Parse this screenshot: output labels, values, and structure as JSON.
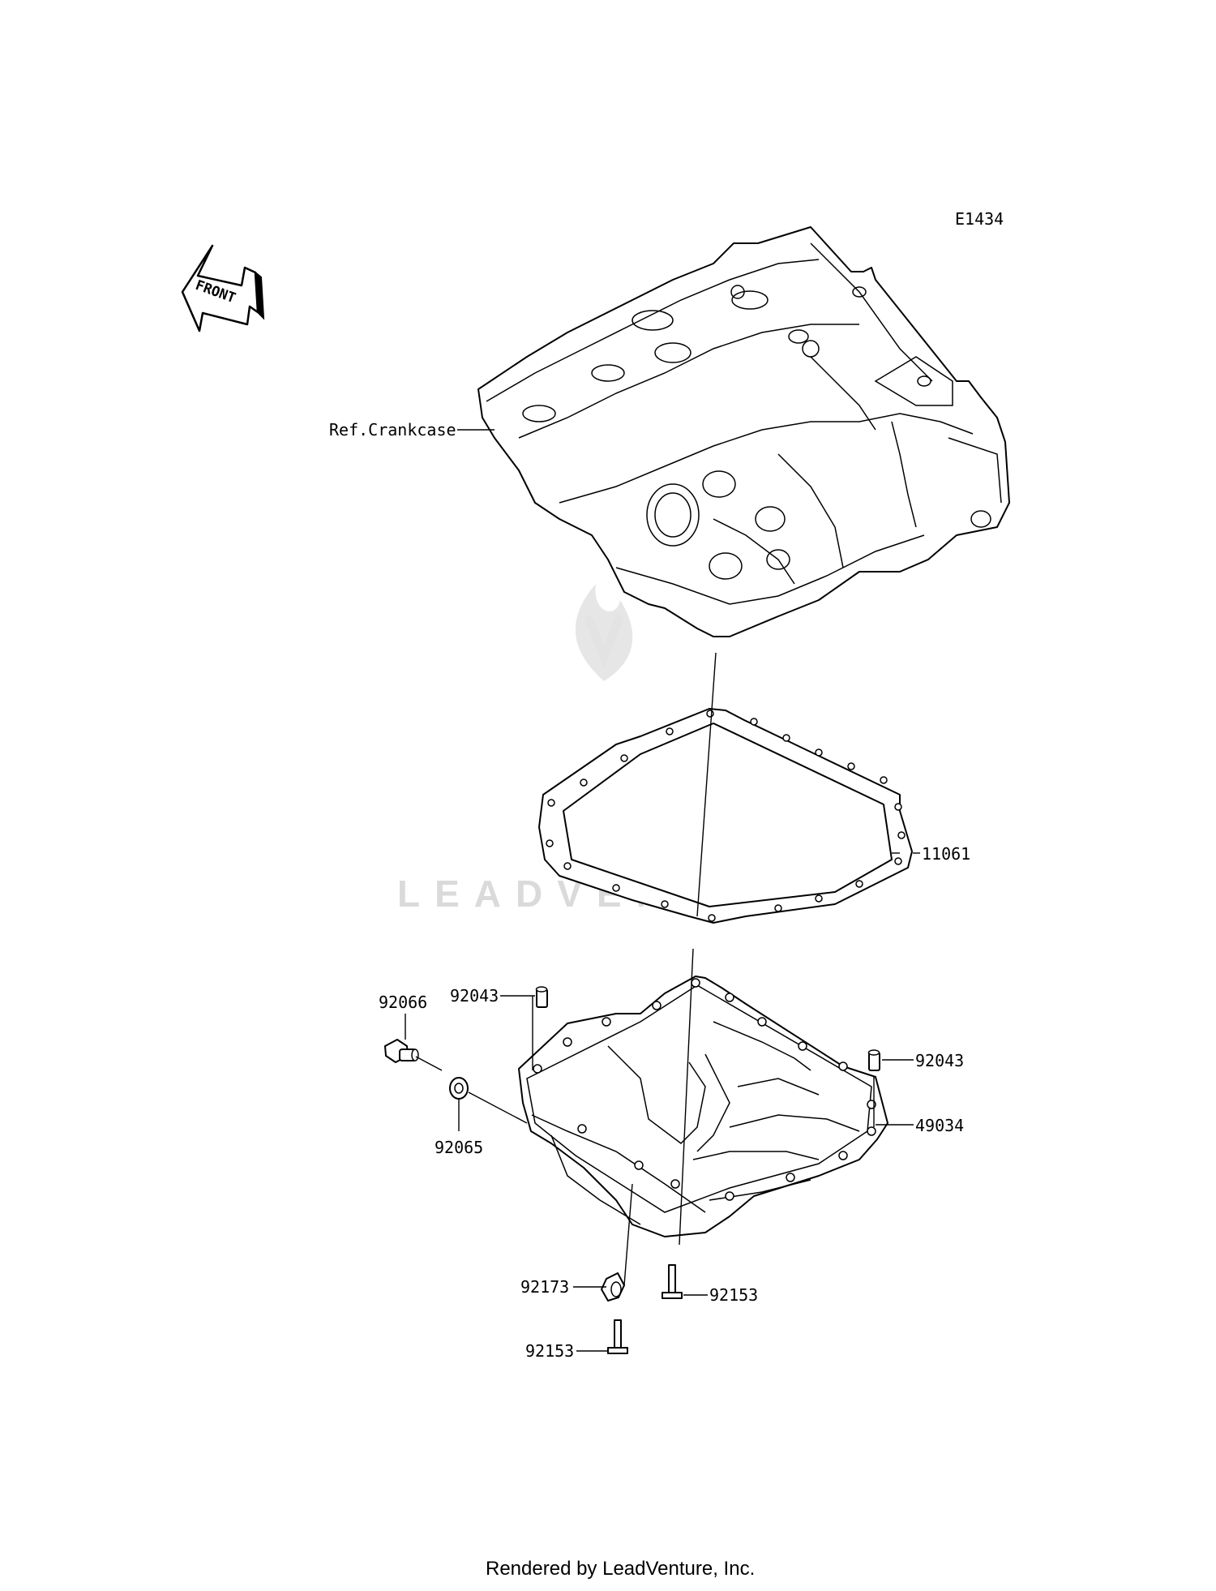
{
  "diagram_code": "E1434",
  "front_label": "FRONT",
  "watermark": "LEADVENTURE",
  "footer": "Rendered by LeadVenture, Inc.",
  "callouts": {
    "crankcase": "Ref.Crankcase",
    "gasket": "11061",
    "dowel_left": "92043",
    "dowel_right": "92043",
    "drain_bolt": "92066",
    "washer": "92065",
    "oil_pan": "49034",
    "clamp": "92173",
    "bolt_right": "92153",
    "bolt_bottom": "92153"
  }
}
